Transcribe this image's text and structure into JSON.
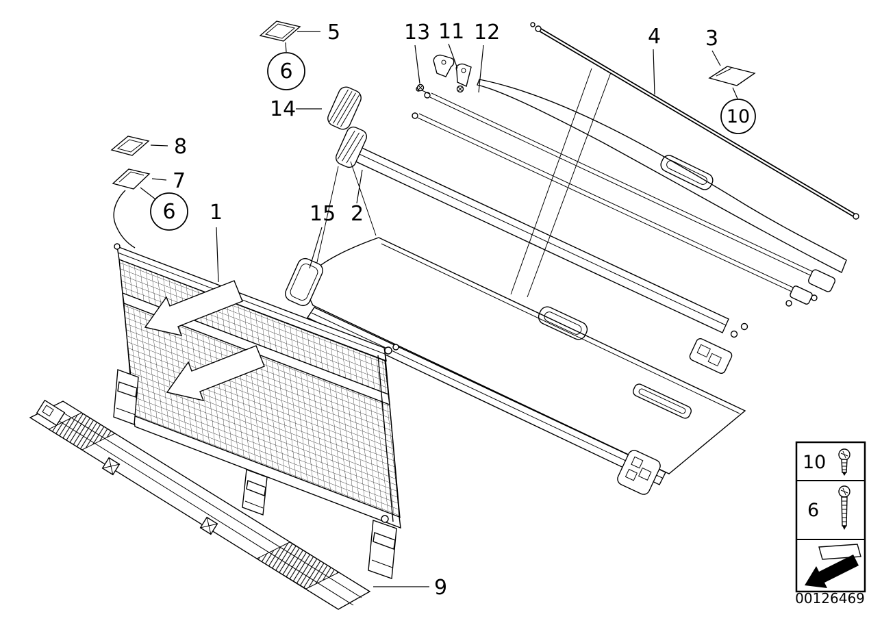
{
  "diagram": {
    "id": "00126469",
    "background": "#ffffff",
    "line_color": "#000000",
    "callouts": {
      "n1": "1",
      "n2": "2",
      "n3": "3",
      "n4": "4",
      "n5": "5",
      "n6_top": "6",
      "n6_left": "6",
      "n7": "7",
      "n8": "8",
      "n9": "9",
      "n10": "10",
      "n11": "11",
      "n12": "12",
      "n13": "13",
      "n14": "14",
      "n15": "15"
    },
    "legend": {
      "screw_small_label": "10",
      "screw_large_label": "6"
    }
  }
}
